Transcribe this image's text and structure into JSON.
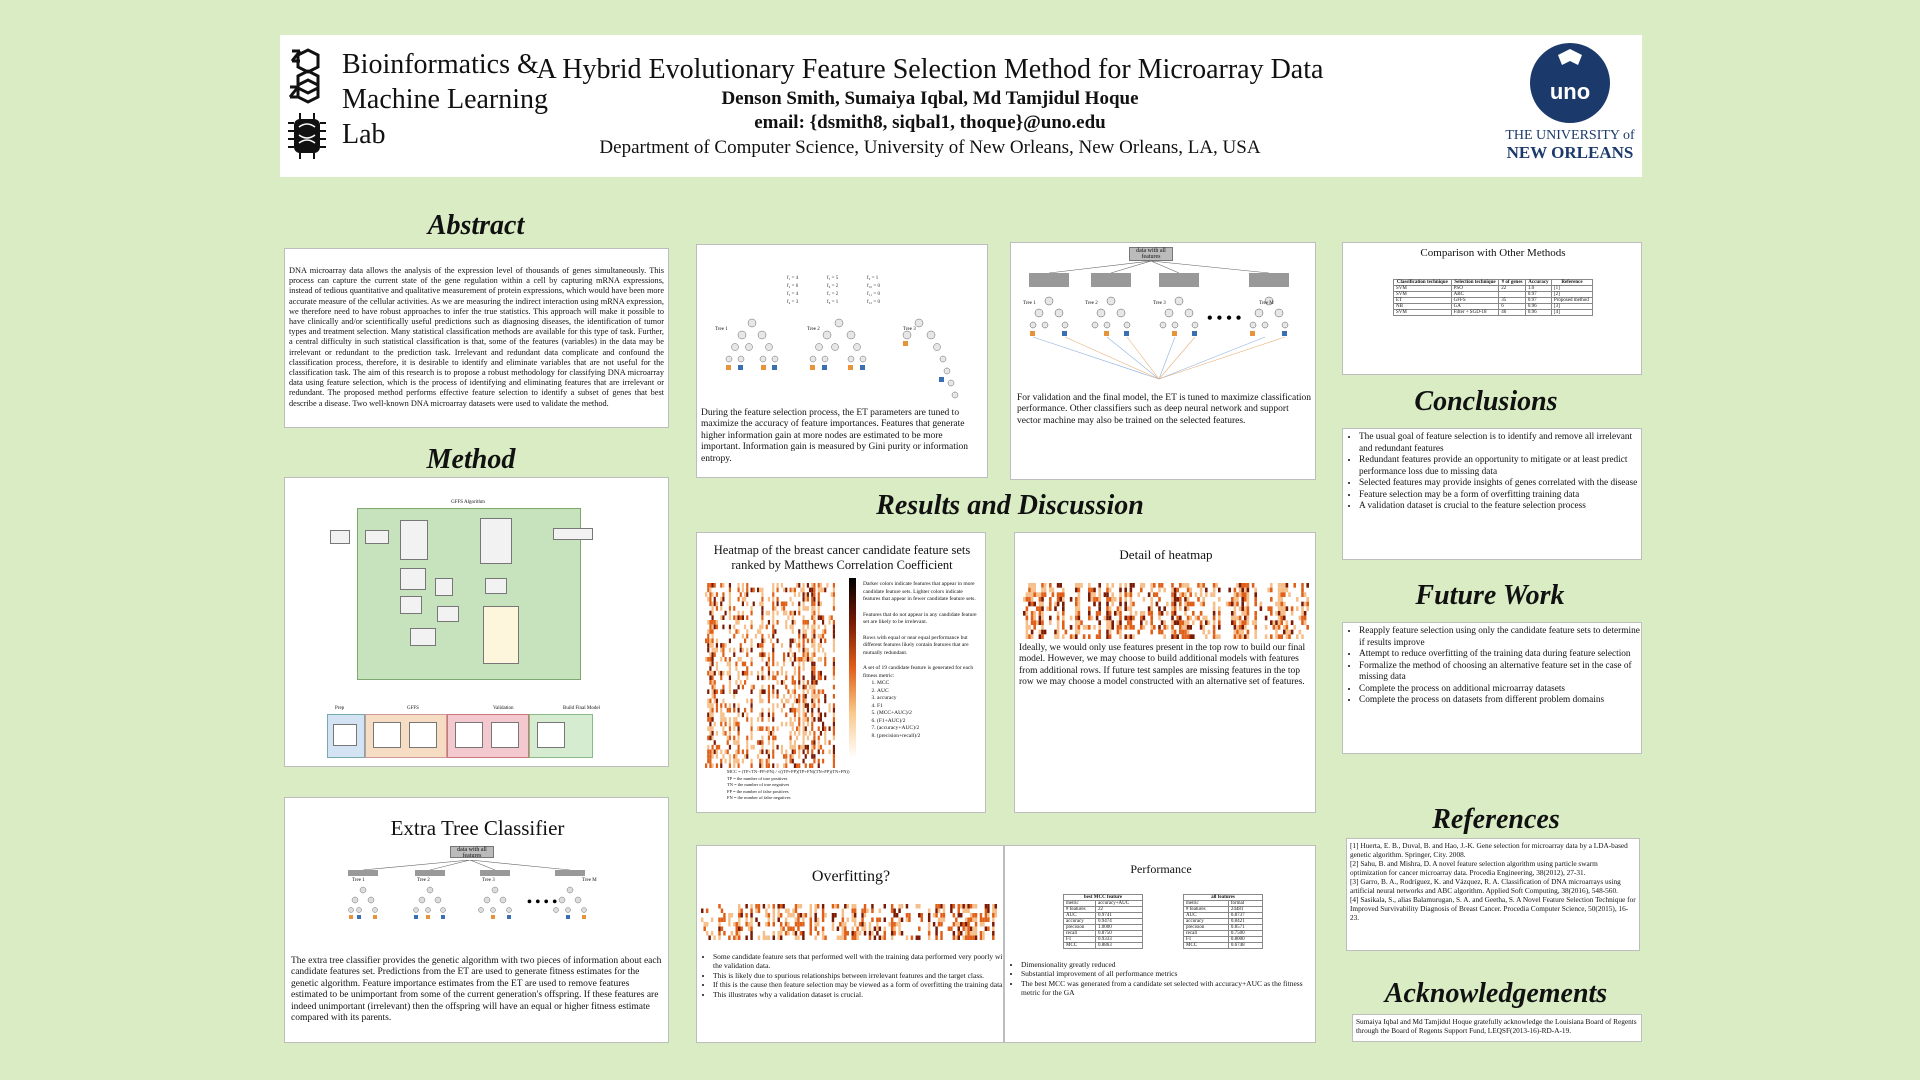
{
  "header": {
    "lab_name_lines": [
      "Bioinformatics &",
      "Machine Learning",
      "Lab"
    ],
    "title": "A Hybrid Evolutionary Feature Selection Method for Microarray Data",
    "authors": "Denson Smith, Sumaiya Iqbal, Md Tamjidul Hoque",
    "email": "email: {dsmith8, siqbal1, thoque}@uno.edu",
    "department": "Department of Computer Science, University of New Orleans, New Orleans, LA, USA",
    "uni_logo_text": "uno",
    "uni_line1": "THE UNIVERSITY of",
    "uni_line2": "NEW ORLEANS"
  },
  "sections": {
    "abstract": "Abstract",
    "method": "Method",
    "results": "Results and Discussion",
    "conclusions": "Conclusions",
    "future": "Future Work",
    "references": "References",
    "acknowledgements": "Acknowledgements"
  },
  "abstract_text": "DNA microarray data allows the analysis of the expression level of thousands of genes simultaneously. This process can capture the current state of the gene regulation within a cell by capturing mRNA expressions, instead of tedious quantitative and qualitative measurement of protein expressions, which would have been more accurate measure of the cellular activities. As we are measuring the indirect interaction using mRNA expression, we therefore need to have robust approaches to infer the true statistics. This approach will make it possible to have clinically and/or scientifically useful predictions such as diagnosing diseases, the identification of tumor types and treatment selection. Many statistical classification methods are available for this type of task. Further, a central difficulty in such statistical classification is that, some of the features (variables) in the data may be irrelevant or redundant to the prediction task. Irrelevant and redundant data complicate and confound the classification process, therefore, it is desirable to identify and eliminate variables that are not useful for the classification task. The aim of this research is to propose a robust methodology for classifying DNA microarray data using feature selection, which is the process of identifying and eliminating features that are irrelevant or redundant. The proposed method performs effective feature selection to identify a subset of genes that best describe a disease. Two well-known DNA microarray datasets were used to validate the method.",
  "method_diagram": {
    "title": "GFFS Algorithm",
    "stages": [
      "Prep",
      "GFFS",
      "Validation",
      "Build Final Model"
    ]
  },
  "extra_tree": {
    "title": "Extra Tree Classifier",
    "root": "data with all features",
    "trees": [
      "Tree 1",
      "Tree 2",
      "Tree 3",
      "Tree M"
    ],
    "text": "The extra tree classifier provides the genetic algorithm with two pieces of information about each candidate features set. Predictions from the ET are used to generate fitness estimates for the genetic algorithm.  Feature importance estimates from the ET are used to remove features estimated to be unimportant from some of the current generation's offspring. If these features are indeed unimportant (irrelevant) then the offspring will have an equal or higher fitness estimate compared with its parents."
  },
  "fs_panel": {
    "trees": [
      "Tree 1",
      "Tree 2",
      "Tree 3"
    ],
    "text": "During the feature selection process, the ET parameters are tuned to maximize the accuracy of feature importances. Features that generate higher information gain at more nodes are estimated to be more important. Information gain is measured by Gini purity or information entropy."
  },
  "val_panel": {
    "root": "data with all features",
    "trees": [
      "Tree 1",
      "Tree 2",
      "Tree 3",
      "Tree M"
    ],
    "text": "For validation and the final model, the ET is tuned to maximize classification performance. Other classifiers such as deep neural network and support vector machine may also be trained on the selected features."
  },
  "comparison": {
    "title": "Comparison with Other Methods",
    "headers": [
      "Classification technique",
      "Selection technique",
      "# of genes",
      "Accuracy",
      "Reference"
    ],
    "rows": [
      [
        "SVM",
        "PSO",
        "22",
        "1.0",
        "[1]"
      ],
      [
        "SVM",
        "ABC",
        "",
        "0.97",
        "[2]"
      ],
      [
        "ET",
        "GFFS",
        "35",
        "0.97",
        "Proposed method"
      ],
      [
        "NB",
        "GA",
        "6",
        "0.96",
        "[3]"
      ],
      [
        "SVM",
        "Filter + SGD-18",
        "46",
        "0.96",
        "[4]"
      ]
    ]
  },
  "conclusions": [
    "The usual goal of feature selection is to identify and remove all irrelevant and redundant features",
    "Redundant features provide an opportunity to mitigate or at least predict performance loss due to missing data",
    "Selected features may provide insights of genes correlated with the disease",
    "Feature selection may be a form of overfitting training data",
    "A validation dataset is crucial to the feature selection process"
  ],
  "future_work": [
    "Reapply feature selection using only the candidate feature sets to determine if results improve",
    "Attempt to reduce overfitting of the training data during feature selection",
    "Formalize the method of choosing an alternative feature set in the case of missing data",
    "Complete the process on additional microarray datasets",
    "Complete the process on datasets from different problem domains"
  ],
  "heatmap": {
    "title": "Heatmap of the breast cancer candidate feature sets ranked by Matthews Correlation Coefficient",
    "notes": [
      "Darker colors indicate features that appear in more candidate feature sets. Lighter colors indicate features that appear in fewer candidate feature sets.",
      "Features that do not appear in any candidate feature set are likely to be irrelevant.",
      "Rows with equal or near equal performance but different features likely contain features that are mutually redundant.",
      "A set of 19 candidate feature is generated for each fitness metric:"
    ],
    "metrics": [
      "MCC",
      "AUC",
      "accuracy",
      "F1",
      "(MCC+AUC)/2",
      "(F1+AUC)/2",
      "(accuracy+AUC)/2",
      "(precision+recall)/2"
    ],
    "formula": "MCC = (TP×TN−FP×FN) / √((TP+FP)(TP+FN)(TN+FP)(TN+FN))",
    "legend": [
      "TP = the number of true positives",
      "TN = the number of true negatives",
      "FP = the number of false positives",
      "FN = the number of false negatives"
    ]
  },
  "detail": {
    "title": "Detail of heatmap",
    "text": "Ideally, we would only use features present in the top row to build our final model. However, we may choose to build additional models with features from additional rows. If future test samples are missing features in the top row we may choose a model constructed with an alternative set of features."
  },
  "overfitting": {
    "title": "Overfitting?",
    "bullets": [
      "Some candidate feature sets that performed well with the training data performed very poorly with the validation data.",
      "This is likely due to spurious relationships between irrelevant features and the target class.",
      "If this is the cause then feature selection may be viewed as a form of overfitting the training data.",
      "This illustrates why a validation dataset is crucial."
    ]
  },
  "performance": {
    "title": "Performance",
    "t1_head": "best MCC feature",
    "t1_sub": [
      "metric",
      "accuracy+AUC"
    ],
    "t1_rows": [
      [
        "# features",
        "22"
      ],
      [
        "AUC",
        "0.9741"
      ],
      [
        "accuracy",
        "0.9474"
      ],
      [
        "precision",
        "1.0000"
      ],
      [
        "recall",
        "0.8750"
      ],
      [
        "F1",
        "0.9333"
      ],
      [
        "MCC",
        "0.8863"
      ]
    ],
    "t2_head": "all features",
    "t2_sub": [
      "metric",
      "format"
    ],
    "t2_rows": [
      [
        "# features",
        "24481"
      ],
      [
        "AUC",
        "0.8737"
      ],
      [
        "accuracy",
        "0.8421"
      ],
      [
        "precision",
        "0.8571"
      ],
      [
        "recall",
        "0.7500"
      ],
      [
        "F1",
        "0.8000"
      ],
      [
        "MCC",
        "0.6748"
      ]
    ],
    "bullets": [
      "Dimensionality greatly reduced",
      "Substantial improvement of all performance metrics",
      "The best MCC was generated from a candidate set selected with accuracy+AUC as the fitness metric for the GA"
    ]
  },
  "references": [
    "[1] Huerta, E. B., Duval, B. and Hao, J.-K. Gene selection for microarray data by a LDA-based genetic algorithm. Springer, City. 2008.",
    "[2] Sahu, B. and Mishra, D. A novel feature selection algorithm using particle swarm optimization for cancer microarray data. Procedia Engineering, 38(2012), 27-31.",
    "[3] Garro, B. A., Rodríguez, K. and Vázquez, R. A. Classification of DNA microarrays using artificial neural networks and ABC algorithm. Applied Soft Computing, 38(2016), 548-560.",
    "[4] Sasikala, S., alias Balamurugan, S. A. and Geetha, S. A Novel Feature Selection Technique for Improved Survivability Diagnosis of Breast Cancer. Procedia Computer Science, 50(2015), 16-23."
  ],
  "acknowledgements": "Sumaiya Iqbal and Md Tamjidul Hoque gratefully acknowledge the Louisiana Board of Regents through the Board of Regents Support Fund, LEQSF(2013-16)-RD-A-19."
}
